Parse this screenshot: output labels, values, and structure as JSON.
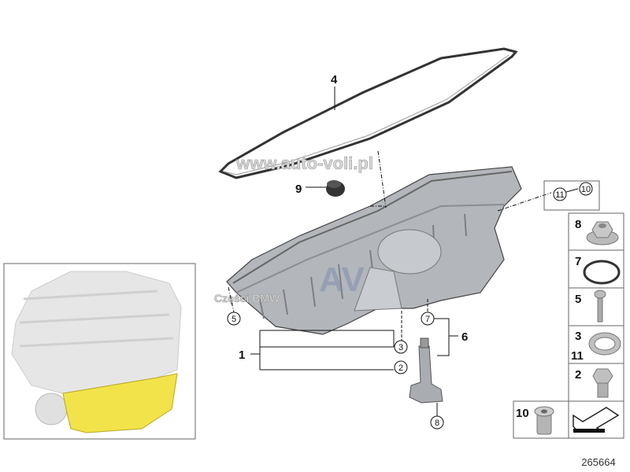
{
  "diagram_number": "265664",
  "watermarks": {
    "site": "www.auto-voli.pl",
    "brand": "Części BMW",
    "logo": "AV"
  },
  "callouts": {
    "gasket": "4",
    "cap": "9",
    "bolt_pos": "5",
    "assembly": "1",
    "washer_pos": "3",
    "plug_pos": "2",
    "oring_pos": "7",
    "dipstick_group": "6",
    "nut_pos": "8",
    "ring_pos": "11",
    "plug10_pos": "10"
  },
  "side_parts": [
    {
      "label": "8",
      "part": "flange-nut"
    },
    {
      "label": "7",
      "part": "o-ring"
    },
    {
      "label": "5",
      "part": "bolt"
    },
    {
      "label": "3",
      "label2": "11",
      "part": "sealing-ring"
    },
    {
      "label": "2",
      "part": "drain-plug"
    }
  ],
  "extra_part": {
    "label": "10",
    "part": "screw-plug"
  },
  "colors": {
    "part_gray": "#b9bcc0",
    "highlight_yellow": "#f2e34a",
    "frame": "#555555"
  }
}
